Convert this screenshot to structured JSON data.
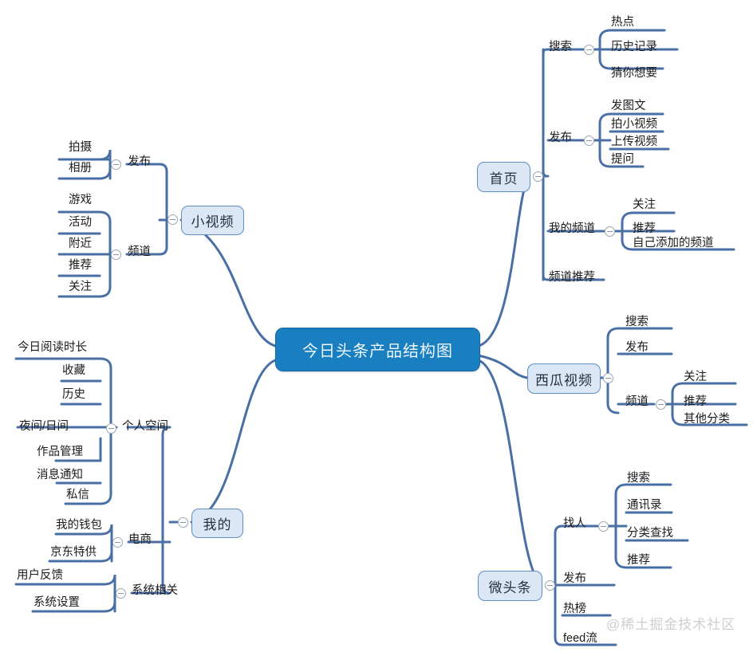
{
  "root": {
    "label": "今日头条产品结构图",
    "color": "#1a7fc1"
  },
  "watermark": "@稀土掘金技术社区",
  "colors": {
    "line": "#4a6fa5",
    "node_fill": "#dbe7f5",
    "node_border": "#5f8ec4",
    "root_fill": "#1a7fc1",
    "text": "#1b1b1b"
  },
  "branches": {
    "xiaoshipin": {
      "label": "小视频",
      "groups": [
        {
          "label": "发布",
          "children": [
            "拍摄",
            "相册"
          ]
        },
        {
          "label": "频道",
          "children": [
            "游戏",
            "活动",
            "附近",
            "推荐",
            "关注"
          ]
        }
      ]
    },
    "wode": {
      "label": "我的",
      "groups": [
        {
          "label": "个人空间",
          "children": [
            "今日阅读时长",
            "收藏",
            "历史",
            "夜间/日间",
            "作品管理",
            "消息通知",
            "私信"
          ]
        },
        {
          "label": "电商",
          "children": [
            "我的钱包",
            "京东特供"
          ]
        },
        {
          "label": "系统相关",
          "children": [
            "用户反馈",
            "系统设置"
          ]
        }
      ]
    },
    "shouye": {
      "label": "首页",
      "groups": [
        {
          "label": "搜索",
          "children": [
            "热点",
            "历史记录",
            "猜你想要"
          ]
        },
        {
          "label": "发布",
          "children": [
            "发图文",
            "拍小视频",
            "上传视频",
            "提问"
          ]
        },
        {
          "label": "我的频道",
          "children": [
            "关注",
            "推荐",
            "自己添加的频道"
          ]
        },
        {
          "label": "频道推荐",
          "children": []
        }
      ]
    },
    "xigua": {
      "label": "西瓜视频",
      "groups": [
        {
          "label": "搜索",
          "children": []
        },
        {
          "label": "发布",
          "children": []
        },
        {
          "label": "频道",
          "children": [
            "关注",
            "推荐",
            "其他分类"
          ]
        }
      ]
    },
    "weitoutiao": {
      "label": "微头条",
      "groups": [
        {
          "label": "找人",
          "children": [
            "搜索",
            "通讯录",
            "分类查找",
            "推荐"
          ]
        },
        {
          "label": "发布",
          "children": []
        },
        {
          "label": "热榜",
          "children": []
        },
        {
          "label": "feed流",
          "children": []
        }
      ]
    }
  }
}
